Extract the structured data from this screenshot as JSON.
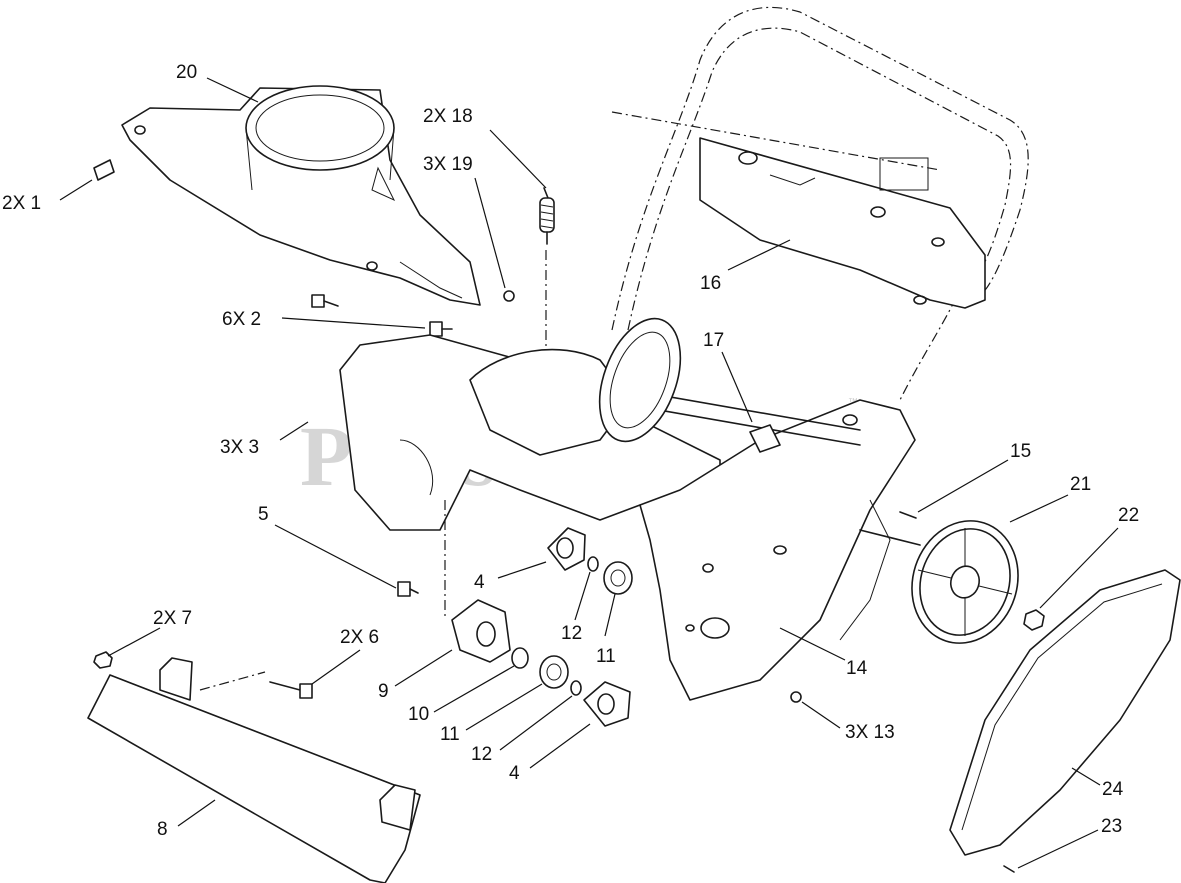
{
  "watermark": {
    "text": "PartsTree",
    "trademark": "™"
  },
  "callouts": {
    "c20": "20",
    "c1": "2X  1",
    "c18": "2X  18",
    "c19": "3X  19",
    "c2": "6X  2",
    "c16": "16",
    "c17": "17",
    "c3": "3X  3",
    "c15": "15",
    "c21": "21",
    "c22": "22",
    "c5": "5",
    "c4a": "4",
    "c12a": "12",
    "c11a": "11",
    "c7": "2X  7",
    "c6": "2X  6",
    "c9": "9",
    "c10": "10",
    "c11b": "11",
    "c12b": "12",
    "c4b": "4",
    "c14": "14",
    "c13": "3X  13",
    "c8": "8",
    "c24": "24",
    "c23": "23"
  }
}
